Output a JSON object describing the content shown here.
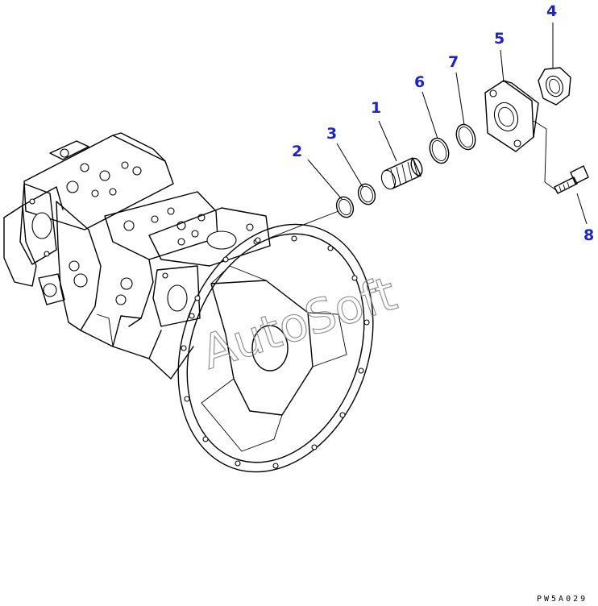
{
  "diagram": {
    "callouts": [
      {
        "id": "1",
        "label": "1"
      },
      {
        "id": "2",
        "label": "2"
      },
      {
        "id": "3",
        "label": "3"
      },
      {
        "id": "4",
        "label": "4"
      },
      {
        "id": "5",
        "label": "5"
      },
      {
        "id": "6",
        "label": "6"
      },
      {
        "id": "7",
        "label": "7"
      },
      {
        "id": "8",
        "label": "8"
      }
    ],
    "watermark": "AutoSoft",
    "reference_code": "PW5A029",
    "colors": {
      "callout": "#1c24c8",
      "line": "#000000",
      "watermark": "#8a8a8a",
      "background": "#ffffff"
    }
  }
}
